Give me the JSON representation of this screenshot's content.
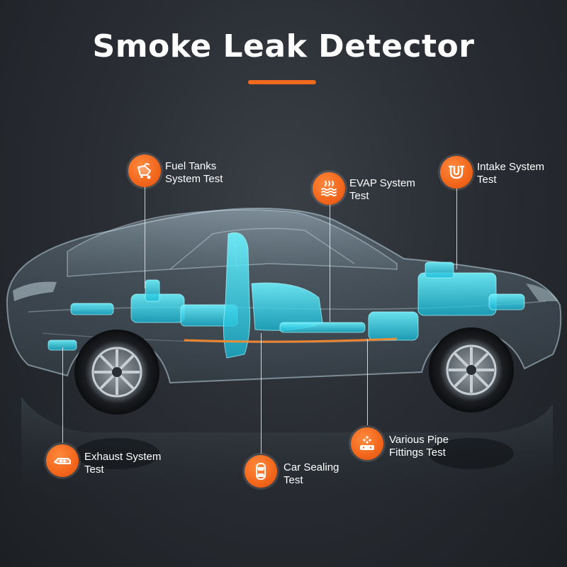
{
  "title": "Smoke Leak Detector",
  "accent_color": "#f26a1e",
  "features": [
    {
      "id": "fuel-tanks",
      "icon": "fuel-tank-icon",
      "line1": "Fuel Tanks",
      "line2": "System Test"
    },
    {
      "id": "evap",
      "icon": "evap-waves-icon",
      "line1": "EVAP System",
      "line2": "Test"
    },
    {
      "id": "intake",
      "icon": "intake-pipe-icon",
      "line1": "Intake System",
      "line2": "Test"
    },
    {
      "id": "exhaust",
      "icon": "exhaust-pipe-icon",
      "line1": "Exhaust System",
      "line2": "Test"
    },
    {
      "id": "car-sealing",
      "icon": "car-topview-icon",
      "line1": "Car Sealing",
      "line2": "Test"
    },
    {
      "id": "pipe-fittings",
      "icon": "pipe-fittings-icon",
      "line1": "Various Pipe",
      "line2": "Fittings Test"
    }
  ]
}
